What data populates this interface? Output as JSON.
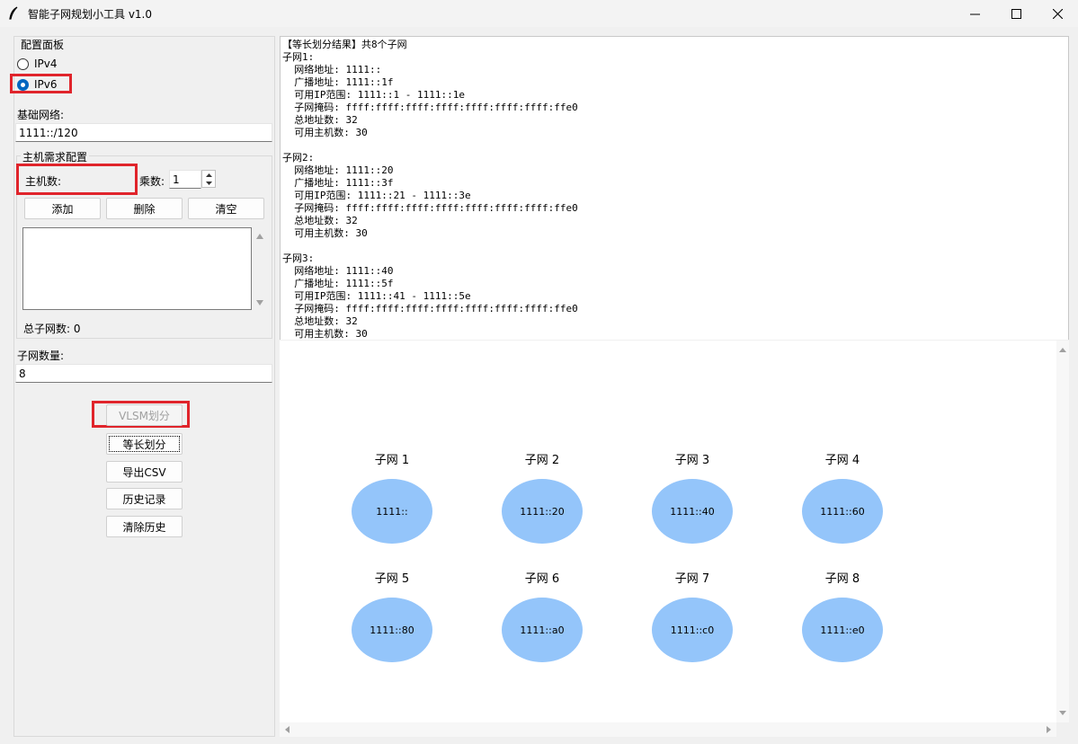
{
  "window": {
    "title": "智能子网规划小工具 v1.0"
  },
  "config": {
    "panel_label": "配置面板",
    "ipv4_label": "IPv4",
    "ipv6_label": "IPv6",
    "selected": "IPv6",
    "base_network_label": "基础网络:",
    "base_network_value": "1111::/120",
    "host_group_label": "主机需求配置",
    "host_count_label": "主机数:",
    "host_count_value": "",
    "multiplier_label": "乘数:",
    "multiplier_value": "1",
    "add_label": "添加",
    "delete_label": "删除",
    "clear_label": "清空",
    "total_subnets_label": "总子网数: 0",
    "subnet_count_label": "子网数量:",
    "subnet_count_value": "8",
    "vlsm_label": "VLSM划分",
    "equal_label": "等长划分",
    "export_label": "导出CSV",
    "history_label": "历史记录",
    "clear_history_label": "清除历史"
  },
  "result": {
    "header": "【等长划分结果】共8个子网",
    "lines": [
      "子网1:",
      "  网络地址: 1111::",
      "  广播地址: 1111::1f",
      "  可用IP范围: 1111::1 - 1111::1e",
      "  子网掩码: ffff:ffff:ffff:ffff:ffff:ffff:ffff:ffe0",
      "  总地址数: 32",
      "  可用主机数: 30",
      "",
      "子网2:",
      "  网络地址: 1111::20",
      "  广播地址: 1111::3f",
      "  可用IP范围: 1111::21 - 1111::3e",
      "  子网掩码: ffff:ffff:ffff:ffff:ffff:ffff:ffff:ffe0",
      "  总地址数: 32",
      "  可用主机数: 30",
      "",
      "子网3:",
      "  网络地址: 1111::40",
      "  广播地址: 1111::5f",
      "  可用IP范围: 1111::41 - 1111::5e",
      "  子网掩码: ffff:ffff:ffff:ffff:ffff:ffff:ffff:ffe0",
      "  总地址数: 32",
      "  可用主机数: 30"
    ]
  },
  "diagram": {
    "subnets": [
      {
        "label": "子网 1",
        "address": "1111::"
      },
      {
        "label": "子网 2",
        "address": "1111::20"
      },
      {
        "label": "子网 3",
        "address": "1111::40"
      },
      {
        "label": "子网 4",
        "address": "1111::60"
      },
      {
        "label": "子网 5",
        "address": "1111::80"
      },
      {
        "label": "子网 6",
        "address": "1111::a0"
      },
      {
        "label": "子网 7",
        "address": "1111::c0"
      },
      {
        "label": "子网 8",
        "address": "1111::e0"
      }
    ],
    "oval_color": "#94c5fa"
  },
  "colors": {
    "highlight_box": "#e0242b",
    "accent": "#0067c0"
  },
  "icons": {
    "app": "feather-icon",
    "minimize": "minimize-icon",
    "maximize": "maximize-icon",
    "close": "close-icon"
  }
}
